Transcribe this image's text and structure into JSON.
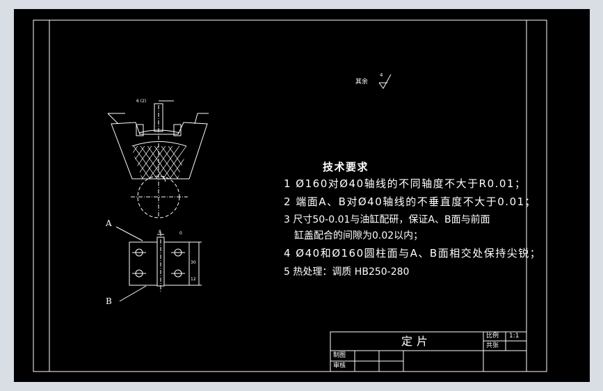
{
  "drawing": {
    "roughness_label": "其余",
    "roughness_value": "4",
    "section_label_top": "6 (2)",
    "label_a": "A",
    "label_b": "B",
    "dim_top": "8",
    "dim_side": "0",
    "dim_right1": "30",
    "dim_right2": "12"
  },
  "requirements": {
    "heading": "技术要求",
    "items": [
      "1 Ø160对Ø40轴线的不同轴度不大于R0.01；",
      "2 端面A、B对Ø40轴线的不垂直度不大于0.01；",
      "3 尺寸50-0.01与油缸配研，保证A、B面与前面",
      "缸盖配合的间隙为0.02以内；",
      "4 Ø40和Ø160圆柱面与A、B面相交处保持尖锐；",
      "5 热处理：调质 HB250-280"
    ]
  },
  "title_block": {
    "part_name": "定片",
    "scale_label": "比例",
    "scale_value": "1:1",
    "count_label": "共张",
    "drawn_label": "制图",
    "checked_label": "审核"
  }
}
